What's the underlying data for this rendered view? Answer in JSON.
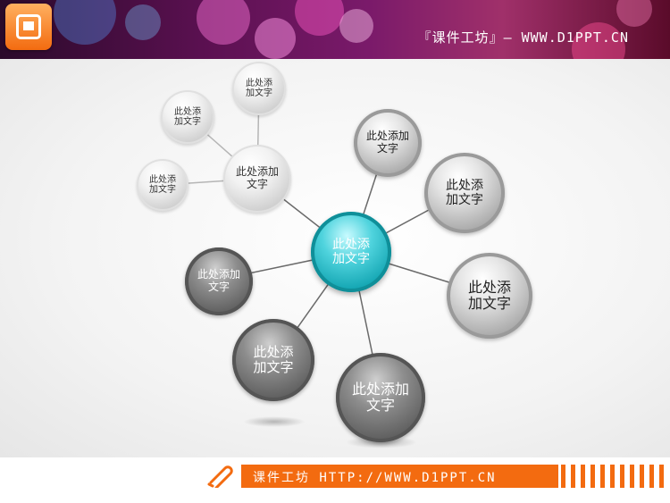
{
  "header": {
    "brand_text": "『课件工坊』— WWW.D1PPT.CN"
  },
  "diagram": {
    "center": {
      "label_line1": "此处添",
      "label_line2": "加文字"
    },
    "nodes": [
      {
        "key": "top-left-far",
        "line1": "此处添",
        "line2": "加文字"
      },
      {
        "key": "top-left-upper",
        "line1": "此处添",
        "line2": "加文字"
      },
      {
        "key": "top-left-lower",
        "line1": "此处添",
        "line2": "加文字"
      },
      {
        "key": "left-hub",
        "line1": "此处添加",
        "line2": "文字"
      },
      {
        "key": "upper-right-small",
        "line1": "此处添加",
        "line2": "文字"
      },
      {
        "key": "right-upper",
        "line1": "此处添",
        "line2": "加文字"
      },
      {
        "key": "right-lower",
        "line1": "此处添",
        "line2": "加文字"
      },
      {
        "key": "bottom",
        "line1": "此处添加",
        "line2": "文字"
      },
      {
        "key": "lower-left",
        "line1": "此处添",
        "line2": "加文字"
      },
      {
        "key": "left-dark",
        "line1": "此处添加",
        "line2": "文字"
      }
    ]
  },
  "footer": {
    "text": "课件工坊 HTTP://WWW.D1PPT.CN"
  },
  "colors": {
    "accent_orange": "#f36b10",
    "center_teal": "#14a6b3"
  }
}
